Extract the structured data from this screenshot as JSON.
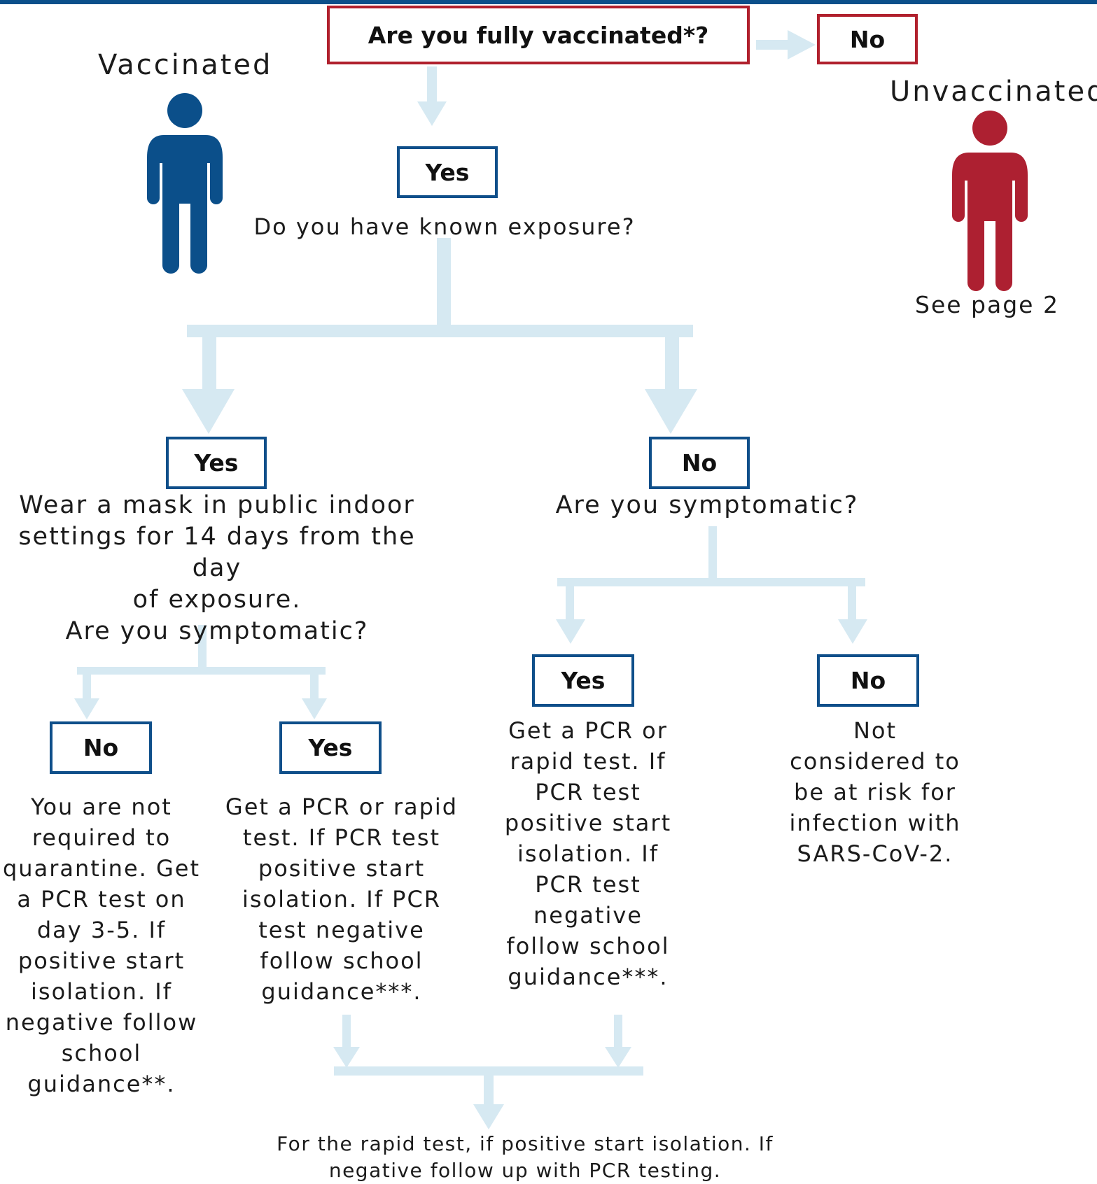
{
  "colors": {
    "topbar": "#0b4f8a",
    "vaccinated": "#0b4f8a",
    "unvaccinated": "#ad2031",
    "arrow": "#d6e9f2",
    "box_blue": "#0f4f8a",
    "box_red": "#b0202d"
  },
  "question_main": "Are you fully vaccinated*?",
  "no_main": "No",
  "vaccinated_label": "Vaccinated",
  "unvaccinated_label": "Unvaccinated",
  "see_page": "See page 2",
  "yes_main": "Yes",
  "exposure_question": "Do you have known exposure?",
  "exposure_yes": {
    "label": "Yes",
    "text_lines": [
      "Wear a mask in public indoor",
      "settings for 14 days from the day",
      "of exposure.",
      "Are you symptomatic?"
    ]
  },
  "exposure_no": {
    "label": "No",
    "text": "Are you symptomatic?"
  },
  "leaf_a": {
    "label": "No",
    "lines": [
      "You are not",
      "required to",
      "quarantine. Get",
      "a PCR test on",
      "day 3-5. If",
      "positive start",
      "isolation. If",
      "negative follow",
      "school",
      "guidance**."
    ]
  },
  "leaf_b": {
    "label": "Yes",
    "lines": [
      "Get a PCR or rapid",
      "test. If PCR test",
      "positive start",
      "isolation. If PCR",
      "test negative",
      "follow school",
      "guidance***."
    ]
  },
  "leaf_c": {
    "label": "Yes",
    "lines": [
      "Get a PCR or",
      "rapid test. If",
      "PCR test",
      "positive start",
      "isolation. If",
      "PCR test",
      "negative",
      "follow school",
      "guidance***."
    ]
  },
  "leaf_d": {
    "label": "No",
    "lines": [
      "Not",
      "considered to",
      "be at risk for",
      "infection with",
      "SARS-CoV-2."
    ]
  },
  "footer_lines": [
    "For the rapid test, if positive start isolation. If",
    "negative follow up with PCR testing."
  ]
}
